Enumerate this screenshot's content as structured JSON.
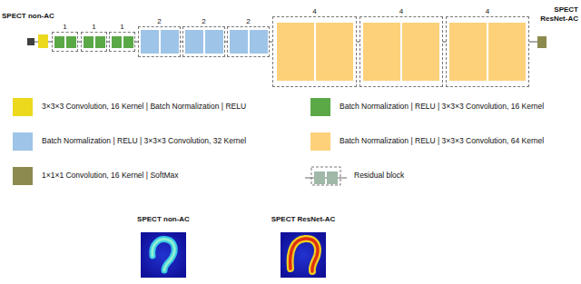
{
  "diagram": {
    "nodes": [
      {
        "text": [
          "1"
        ]
      },
      {
        "text": [
          "1"
        ]
      },
      {
        "text": [
          "1"
        ]
      },
      {
        "text": [
          "2"
        ]
      },
      {
        "text": [
          "2"
        ]
      },
      {
        "text": [
          "2"
        ]
      },
      {
        "text": [
          "4"
        ]
      },
      {
        "text": [
          "4"
        ]
      },
      {
        "text": [
          "4"
        ]
      }
    ],
    "edges": [
      {
        "from": 0,
        "to": 1,
        "arrow": "none"
      },
      {
        "from": 1,
        "to": 2,
        "arrow": "none"
      },
      {
        "from": 2,
        "to": 3,
        "arrow": "none"
      },
      {
        "from": 3,
        "to": 4,
        "arrow": "none"
      },
      {
        "from": 4,
        "to": 5,
        "arrow": "none"
      },
      {
        "from": 5,
        "to": 6,
        "arrow": "none"
      },
      {
        "from": 6,
        "to": 7,
        "arrow": "none"
      },
      {
        "from": 7,
        "to": 8,
        "arrow": "none"
      }
    ],
    "labels": [
      "SPECT non-AC",
      "SPECT ResNet-AC",
      "SPECT non-AC",
      "SPECT ResNet-AC"
    ],
    "legend": [
      {
        "text": "3×3×3 Convolution, 16 Kernel | Batch Normalization | RELU",
        "color": "#ecd91e"
      },
      {
        "text": "Batch Normalization | RELU | 3×3×3 Convolution, 16 Kernel",
        "color": "#5ba847"
      },
      {
        "text": "Batch Normalization | RELU | 3×3×3 Convolution, 32 Kernel",
        "color": "#9ec4e8"
      },
      {
        "text": "Batch Normalization | RELU | 3×3×3 Convolution, 64 Kernel",
        "color": "#fdd17a"
      },
      {
        "text": "1×1×1 Convolution, 16 Kernel | SoftMax",
        "color": "#8c8a4e"
      },
      {
        "text": "Residual block"
      }
    ]
  }
}
